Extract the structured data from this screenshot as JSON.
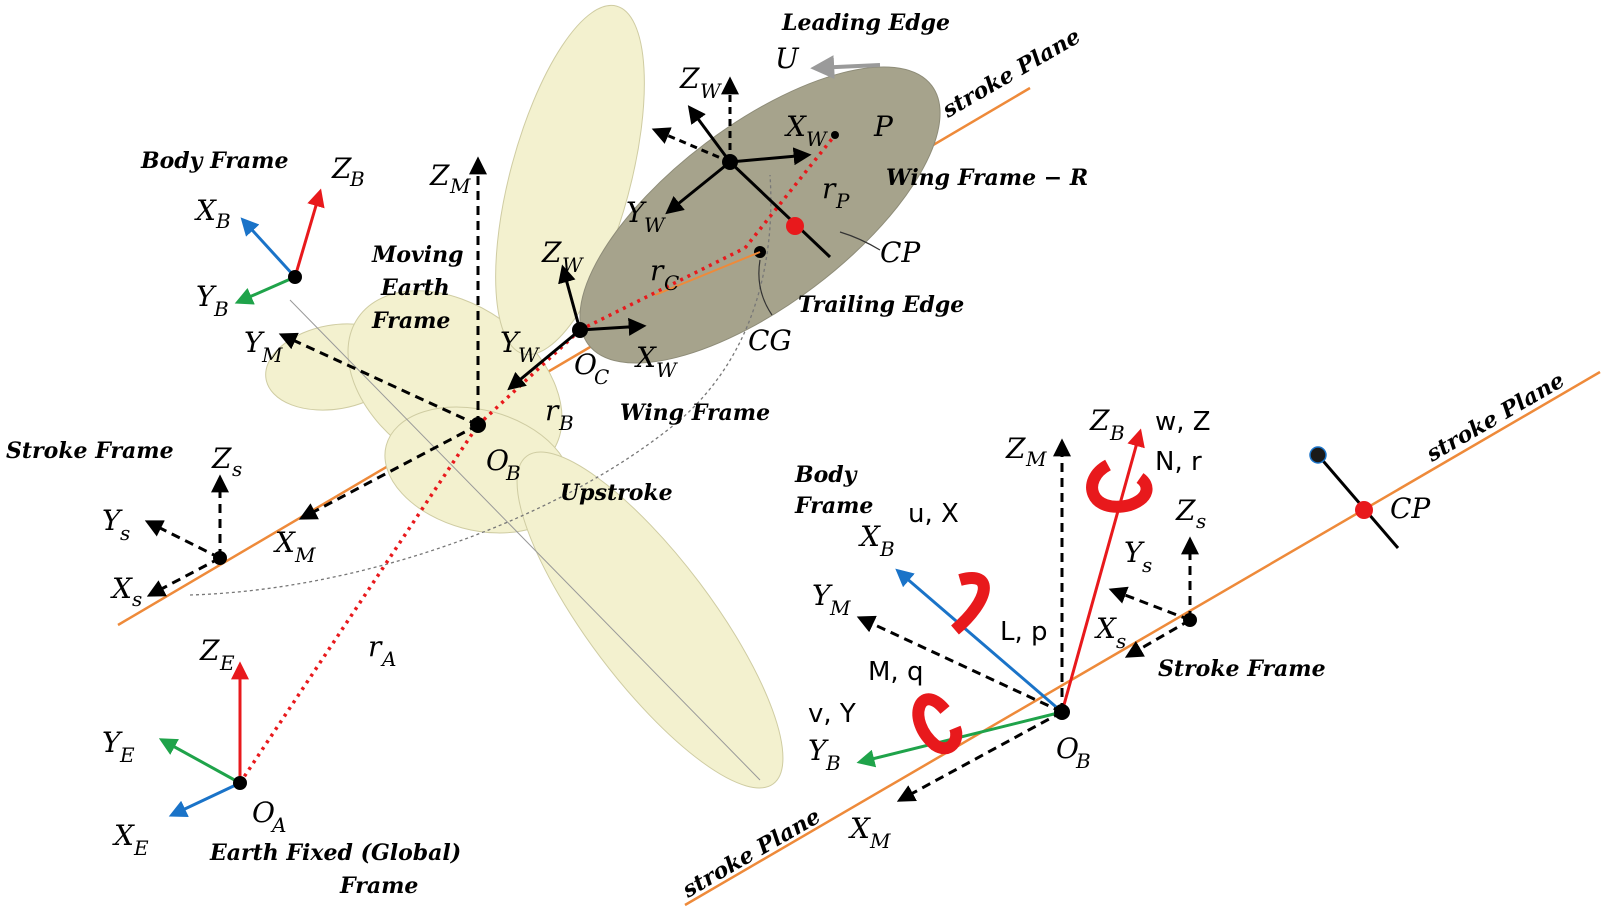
{
  "colors": {
    "body": "#f3f1cf",
    "wing": "#a6a38c",
    "stroke_plane": "#ee8a3a",
    "x_body_axis": "#1a73c8",
    "y_body_axis": "#1fa34a",
    "z_body_axis": "#e8191c",
    "moment_arrow": "#e8191c",
    "cp_point": "#e8191c",
    "velocity_arrow": "#9a9a9a"
  },
  "left_figure": {
    "frames": {
      "body_frame": "Body Frame",
      "moving_earth_1": "Moving",
      "moving_earth_2": "Earth",
      "moving_earth_3": "Frame",
      "stroke_frame": "Stroke Frame",
      "wing_frame": "Wing Frame",
      "wing_frame_r": "Wing Frame − R",
      "earth_fixed_1": "Earth Fixed (Global)",
      "earth_fixed_2": "Frame",
      "leading_edge": "Leading Edge",
      "trailing_edge": "Trailing Edge",
      "upstroke": "Upstroke",
      "stroke_plane": "stroke Plane"
    },
    "axes": {
      "xb": {
        "base": "X",
        "sub": "B"
      },
      "yb": {
        "base": "Y",
        "sub": "B"
      },
      "zb": {
        "base": "Z",
        "sub": "B"
      },
      "zm": {
        "base": "Z",
        "sub": "M"
      },
      "ym": {
        "base": "Y",
        "sub": "M"
      },
      "xm": {
        "base": "X",
        "sub": "M"
      },
      "zs": {
        "base": "Z",
        "sub": "s"
      },
      "ys": {
        "base": "Y",
        "sub": "s"
      },
      "xs": {
        "base": "X",
        "sub": "s"
      },
      "ze": {
        "base": "Z",
        "sub": "E"
      },
      "ye": {
        "base": "Y",
        "sub": "E"
      },
      "xe": {
        "base": "X",
        "sub": "E"
      },
      "oa": {
        "base": "O",
        "sub": "A"
      },
      "ob": {
        "base": "O",
        "sub": "B"
      },
      "oc": {
        "base": "O",
        "sub": "C"
      },
      "zw1": {
        "base": "Z",
        "sub": "W"
      },
      "yw1": {
        "base": "Y",
        "sub": "W"
      },
      "xw1": {
        "base": "X",
        "sub": "W"
      },
      "zw2": {
        "base": "Z",
        "sub": "W"
      },
      "yw2": {
        "base": "Y",
        "sub": "W"
      },
      "xw2": {
        "base": "X",
        "sub": "W"
      },
      "ra": {
        "base": "r",
        "sub": "A"
      },
      "rb": {
        "base": "r",
        "sub": "B"
      },
      "rc": {
        "base": "r",
        "sub": "C"
      },
      "rp": {
        "base": "r",
        "sub": "P"
      }
    },
    "points": {
      "p": "P",
      "cp": "CP",
      "cg": "CG",
      "u": "U"
    }
  },
  "right_figure": {
    "frames": {
      "body_frame_1": "Body",
      "body_frame_2": "Frame",
      "stroke_frame": "Stroke Frame",
      "stroke_plane_top": "stroke Plane",
      "stroke_plane_bottom": "stroke Plane"
    },
    "axes": {
      "zb": {
        "base": "Z",
        "sub": "B"
      },
      "zm": {
        "base": "Z",
        "sub": "M"
      },
      "xb": {
        "base": "X",
        "sub": "B"
      },
      "ym": {
        "base": "Y",
        "sub": "M"
      },
      "yb": {
        "base": "Y",
        "sub": "B"
      },
      "xm": {
        "base": "X",
        "sub": "M"
      },
      "ob": {
        "base": "O",
        "sub": "B"
      },
      "zs": {
        "base": "Z",
        "sub": "s"
      },
      "ys": {
        "base": "Y",
        "sub": "s"
      },
      "xs": {
        "base": "X",
        "sub": "s"
      }
    },
    "forces": {
      "wz": "w, Z",
      "nr": "N, r",
      "ux": "u, X",
      "lp": "L, p",
      "mq": "M, q",
      "vy": "v, Y"
    },
    "points": {
      "cp": "CP"
    }
  }
}
